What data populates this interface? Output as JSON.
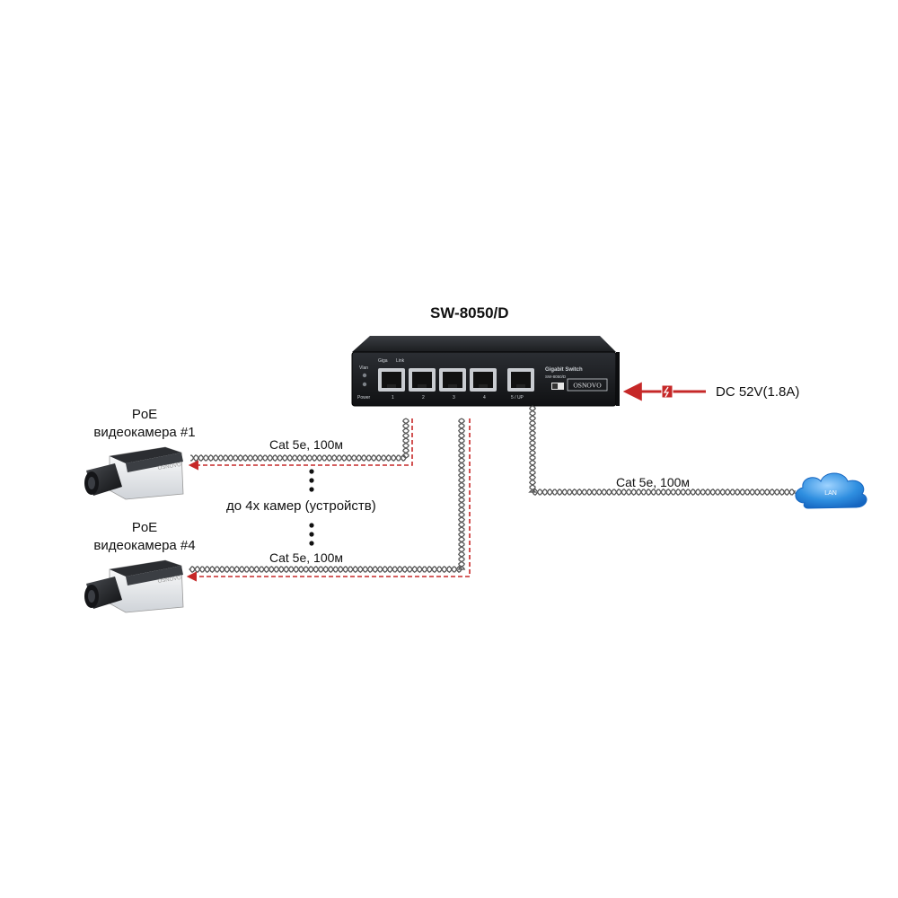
{
  "switch": {
    "model": "SW-8050/D",
    "brand": "OSNOVO",
    "face_title": "Gigabit Switch",
    "face_model": "SW-8050/D",
    "led_labels": [
      "Vlan",
      "Giga",
      "Link"
    ],
    "power_label": "Power",
    "port_labels": [
      "1",
      "2",
      "3",
      "4",
      "5 / UP"
    ]
  },
  "cameras": [
    {
      "line1": "PoE",
      "line2": "видеокамера  #1"
    },
    {
      "line1": "PoE",
      "line2": "видеокамера  #4"
    }
  ],
  "cables": {
    "cam1": "Cat 5e, 100м",
    "cam4": "Cat 5e, 100м",
    "uplink": "Cat 5e, 100м"
  },
  "note": "до 4х камер (устройств)",
  "power": {
    "label": "DC 52V(1.8A)"
  },
  "lan": {
    "label": "LAN"
  },
  "colors": {
    "cable": "#555555",
    "poe": "#c62828",
    "arrow": "#c62828",
    "cloud": "#1e88e5"
  }
}
